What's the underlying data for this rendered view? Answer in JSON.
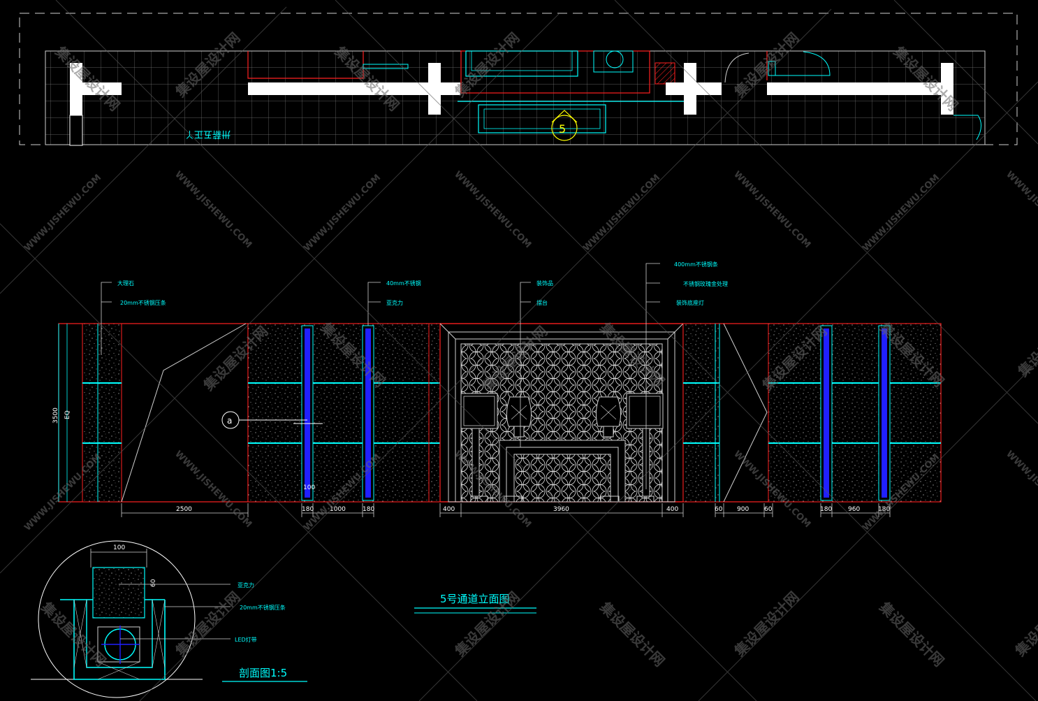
{
  "plan": {
    "label": "卅薪五正丫"
  },
  "elevation": {
    "title": "5号通道立面图",
    "section_marker": "a",
    "left_labels": [
      "大理石",
      "20mm不锈钢压条"
    ],
    "mid_labels": [
      "40mm不锈钢",
      "亚克力"
    ],
    "center_labels": [
      "装饰品",
      "摆台"
    ],
    "right_labels": [
      "400mm不锈钢条",
      "不锈钢玫瑰金处理",
      "装饰底座灯"
    ],
    "height_dim": "3500",
    "height_eq": "EQ",
    "inner_dim": "100",
    "dims_bottom": [
      "2500",
      "180",
      "1000",
      "180",
      "400",
      "3960",
      "400",
      "60",
      "900",
      "60",
      "180",
      "960",
      "180"
    ]
  },
  "section": {
    "title": "剖面图1:5",
    "top_dim": "100",
    "side_dim": "60",
    "labels": [
      "亚克力",
      "20mm不锈钢压条",
      "LED灯带"
    ]
  },
  "watermark": {
    "cn": "集设屋设计网",
    "en": "WWW.JISHEWU.COM"
  },
  "colors": {
    "cyan": "#00ffff",
    "red": "#ff2020",
    "blue": "#2020ff",
    "white": "#ffffff",
    "gray": "#9a9a9a"
  }
}
